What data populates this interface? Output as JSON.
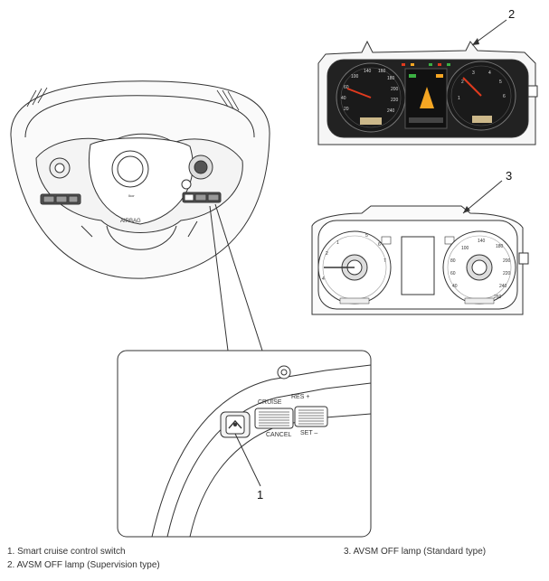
{
  "callouts": {
    "c1": "1",
    "c2": "2",
    "c3": "3"
  },
  "steering": {
    "airbag_text": "AIRBAG"
  },
  "switch_panel": {
    "cruise": "CRUISE",
    "res": "RES +",
    "cancel": "CANCEL",
    "set": "SET –"
  },
  "legend": {
    "item1": "1. Smart cruise control switch",
    "item2": "2. AVSM OFF lamp (Supervision type)",
    "item3": "3. AVSM OFF lamp (Standard type)"
  },
  "colors": {
    "line": "#333333",
    "dial_dark": "#1a1a1a",
    "needle": "#e03a1e",
    "amber": "#f5a623",
    "green": "#3cb043"
  }
}
